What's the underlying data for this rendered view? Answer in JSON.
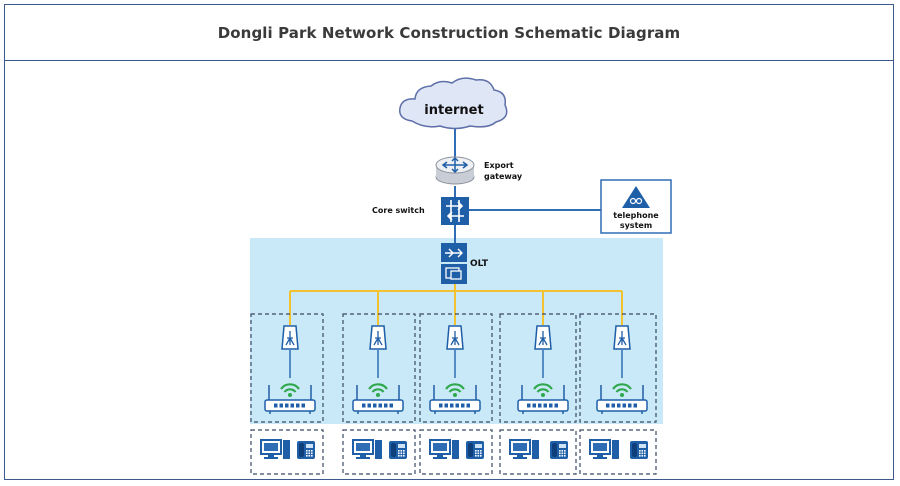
{
  "title": "Dongli Park Network Construction Schematic Diagram",
  "nodes": {
    "internet": "internet",
    "export_gateway_line1": "Export",
    "export_gateway_line2": "gateway",
    "core_switch": "Core switch",
    "telephone_line1": "telephone",
    "telephone_line2": "system",
    "olt": "OLT"
  },
  "colors": {
    "link_blue": "#2f6db5",
    "fiber_yellow": "#f2c230",
    "device_blue": "#1f5fa8",
    "pon_area": "#c9e8f8",
    "wifi_green": "#2ea84a",
    "dashed_border": "#3b4a66"
  },
  "icons": [
    "cloud-icon",
    "router-icon",
    "switch-icon",
    "telephone-system-icon",
    "olt-icon",
    "splitter-icon",
    "onu-wifi-icon",
    "computer-icon",
    "ip-phone-icon"
  ],
  "branch_count": 5
}
